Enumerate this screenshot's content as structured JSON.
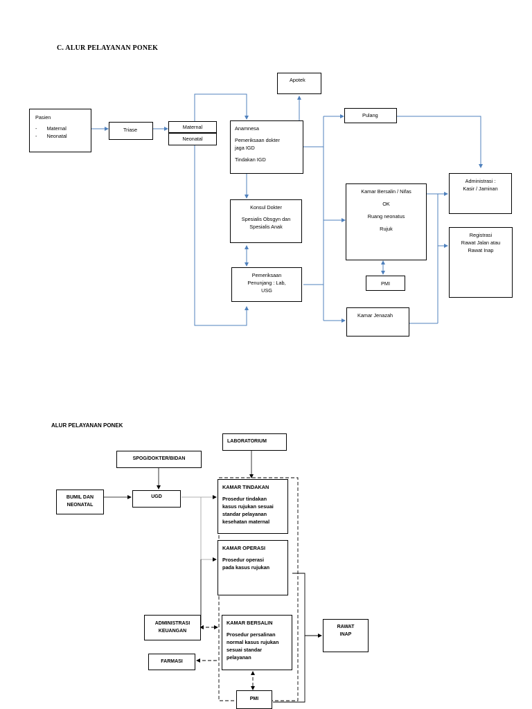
{
  "diagram1": {
    "title": "C.  ALUR PELAYANAN PONEK",
    "pasien": {
      "label": "Pasien",
      "items": [
        "Maternal",
        "Neonatal"
      ],
      "bullet": "-"
    },
    "triase": "Triase",
    "maternal": "Maternal",
    "neonatal": "Neonatal",
    "anamnesa": [
      "Anamnesa",
      "Pemeriksaan dokter",
      "jaga IGD",
      "Tindakan IGD"
    ],
    "apotek": "Apotek",
    "konsul": [
      "Konsul Dokter",
      "Spesialis Obsgyn dan",
      "Spesialis Anak"
    ],
    "penunjang": [
      "Pemeriksaan",
      "Penunjang : Lab,",
      "USG"
    ],
    "pulang": "Pulang",
    "kamar_bersalin": [
      "Kamar Bersalin / Nifas",
      "OK",
      "Ruang neonatus",
      "Rujuk"
    ],
    "pmi": "PMI",
    "kamar_jenazah": "Kamar Jenazah",
    "administrasi": [
      "Administrasi :",
      "Kasir / Jaminan"
    ],
    "registrasi": [
      "Registrasi",
      "Rawat Jalan atau",
      "Rawat Inap"
    ]
  },
  "diagram2": {
    "title": "ALUR PELAYANAN PONEK",
    "laboratorium": "LABORATORIUM",
    "spog": "SPOG/DOKTER/BIDAN",
    "bumil": [
      "BUMIL DAN",
      "NEONATAL"
    ],
    "ugd": "UGD",
    "kamar_tindakan": {
      "title": "KAMAR TINDAKAN",
      "desc": [
        "Prosedur tindakan",
        "kasus rujukan sesuai",
        "standar pelayanan",
        "kesehatan maternal"
      ]
    },
    "kamar_operasi": {
      "title": "KAMAR OPERASI",
      "desc": [
        "Prosedur operasi",
        "pada kasus rujukan"
      ]
    },
    "kamar_bersalin": {
      "title": "KAMAR BERSALIN",
      "desc": [
        "Prosedur persalinan",
        "normal kasus rujukan",
        "sesuai standar",
        "pelayanan"
      ]
    },
    "administrasi": [
      "ADMINISTRASI",
      "KEUANGAN"
    ],
    "farmasi": "FARMASI",
    "rawat_inap": [
      "RAWAT",
      "INAP"
    ],
    "pmi": "PMI"
  }
}
